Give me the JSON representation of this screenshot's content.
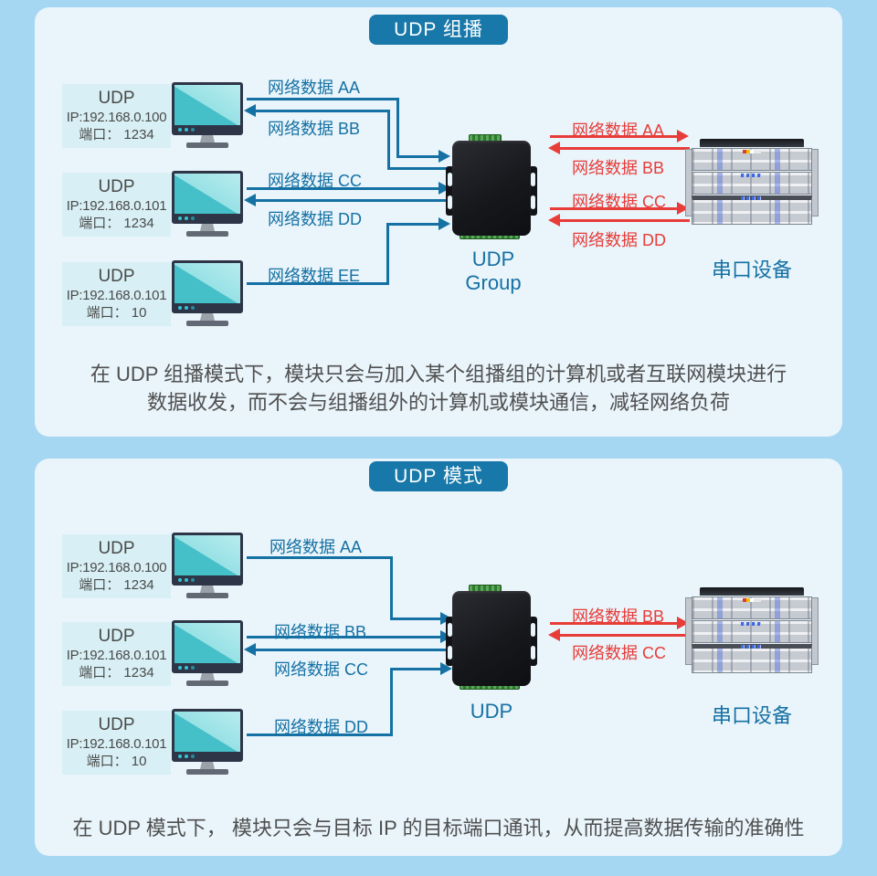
{
  "colors": {
    "page_bg": "#a6d7f2",
    "panel_bg": "#e9f4fb",
    "title_bg": "#1878a9",
    "flow_blue": "#1571a3",
    "flow_red": "#e83c38",
    "computer_box_bg": "#d8f0f5",
    "description_text": "#4f4f4f"
  },
  "sections": [
    {
      "title": "UDP 组播",
      "computers": [
        {
          "name": "UDP",
          "ip": "IP:192.168.0.100",
          "port": "端口： 1234"
        },
        {
          "name": "UDP",
          "ip": "IP:192.168.0.101",
          "port": "端口： 1234"
        },
        {
          "name": "UDP",
          "ip": "IP:192.168.0.101",
          "port": "端口： 10"
        }
      ],
      "flow_labels": {
        "aa": "网络数据 AA",
        "bb": "网络数据 BB",
        "cc": "网络数据 CC",
        "dd": "网络数据 DD",
        "ee": "网络数据 EE"
      },
      "device_label": "UDP Group",
      "serial_flow_labels": {
        "aa": "网络数据 AA",
        "bb": "网络数据 BB",
        "cc": "网络数据 CC",
        "dd": "网络数据 DD"
      },
      "serial_device_label": "串口设备",
      "description": {
        "line1": "在 UDP 组播模式下，模块只会与加入某个组播组的计算机或者互联网模块进行",
        "line2": "数据收发，而不会与组播组外的计算机或模块通信，减轻网络负荷"
      }
    },
    {
      "title": "UDP 模式",
      "computers": [
        {
          "name": "UDP",
          "ip": "IP:192.168.0.100",
          "port": "端口： 1234"
        },
        {
          "name": "UDP",
          "ip": "IP:192.168.0.101",
          "port": "端口： 1234"
        },
        {
          "name": "UDP",
          "ip": "IP:192.168.0.101",
          "port": "端口： 10"
        }
      ],
      "flow_labels": {
        "aa": "网络数据 AA",
        "bb": "网络数据 BB",
        "cc": "网络数据 CC",
        "dd": "网络数据 DD"
      },
      "device_label": "UDP",
      "serial_flow_labels": {
        "bb": "网络数据 BB",
        "cc": "网络数据 CC"
      },
      "serial_device_label": "串口设备",
      "description": {
        "line1": "在 UDP 模式下， 模块只会与目标 IP 的目标端口通讯，从而提高数据传输的准确性"
      }
    }
  ]
}
